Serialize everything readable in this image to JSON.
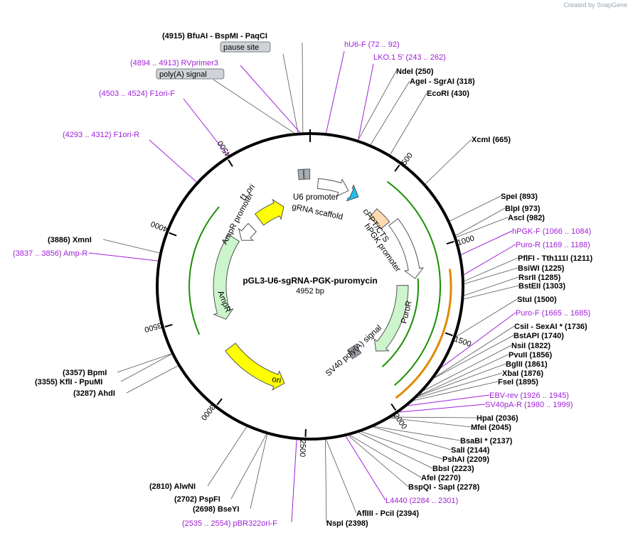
{
  "credit": "Created by SnapGene",
  "plasmid": {
    "name": "pGL3-U6-sgRNA-PGK-puromycin",
    "size_label": "4952 bp",
    "total_bp": 4952
  },
  "ticks": [
    "500",
    "1000",
    "1500",
    "2000",
    "2500",
    "3000",
    "3500",
    "4000",
    "4500"
  ],
  "features": [
    {
      "label": "f1 ori",
      "color": "#ffff00"
    },
    {
      "label": "AmpR promoter",
      "color": "#ffffff"
    },
    {
      "label": "AmpR",
      "color": "#ccf5cc"
    },
    {
      "label": "ori",
      "color": "#ffff00"
    },
    {
      "label": "U6 promoter",
      "color": "#ffffff"
    },
    {
      "label": "gRNA scaffold",
      "color": "#22bbee"
    },
    {
      "label": "cPPT/CTS",
      "color": "#ffdab0"
    },
    {
      "label": "hPGK promoter",
      "color": "#ffffff"
    },
    {
      "label": "PuroR",
      "color": "#ccf5cc"
    },
    {
      "label": "SV40 poly(A) signal",
      "color": "#9aa0a6"
    }
  ],
  "sites": [
    {
      "label": "(4915)  BfuAI  -  BspMI  -  PaqCI",
      "type": "enzyme"
    },
    {
      "label": "pause site",
      "type": "box"
    },
    {
      "label": "(4894 .. 4913)  RVprimer3",
      "type": "primer"
    },
    {
      "label": "poly(A) signal",
      "type": "box"
    },
    {
      "label": "(4503 .. 4524)  F1ori-F",
      "type": "primer"
    },
    {
      "label": "(4293 .. 4312)  F1ori-R",
      "type": "primer"
    },
    {
      "label": "(3886)  XmnI",
      "type": "enzyme"
    },
    {
      "label": "(3837 .. 3856)  Amp-R",
      "type": "primer"
    },
    {
      "label": "(3357)  BpmI",
      "type": "enzyme"
    },
    {
      "label": "(3355)  KflI  -  PpuMI",
      "type": "enzyme"
    },
    {
      "label": "(3287)  AhdI",
      "type": "enzyme"
    },
    {
      "label": "(2810)  AlwNI",
      "type": "enzyme"
    },
    {
      "label": "(2702)  PspFI",
      "type": "enzyme"
    },
    {
      "label": "(2698)  BseYI",
      "type": "enzyme"
    },
    {
      "label": "(2535 .. 2554)  pBR322ori-F",
      "type": "primer"
    },
    {
      "label": "hU6-F    (72 .. 92)",
      "type": "primer"
    },
    {
      "label": "LKO.1 5'    (243 .. 262)",
      "type": "primer"
    },
    {
      "label": "NdeI    (250)",
      "type": "enzyme"
    },
    {
      "label": "AgeI  -  SgrAI    (318)",
      "type": "enzyme"
    },
    {
      "label": "EcoRI    (430)",
      "type": "enzyme"
    },
    {
      "label": "XcmI    (665)",
      "type": "enzyme"
    },
    {
      "label": "SpeI    (893)",
      "type": "enzyme"
    },
    {
      "label": "BlpI    (973)",
      "type": "enzyme"
    },
    {
      "label": "AscI    (982)",
      "type": "enzyme"
    },
    {
      "label": "hPGK-F    (1066 .. 1084)",
      "type": "primer"
    },
    {
      "label": "Puro-R    (1169 .. 1188)",
      "type": "primer"
    },
    {
      "label": "PflFI  -  Tth111I    (1211)",
      "type": "enzyme"
    },
    {
      "label": "BsiWI    (1225)",
      "type": "enzyme"
    },
    {
      "label": "RsrII    (1285)",
      "type": "enzyme"
    },
    {
      "label": "BstEII    (1303)",
      "type": "enzyme"
    },
    {
      "label": "StuI    (1500)",
      "type": "enzyme"
    },
    {
      "label": "Puro-F    (1665 .. 1685)",
      "type": "primer"
    },
    {
      "label": "CsiI  -  SexAI *    (1736)",
      "type": "enzyme"
    },
    {
      "label": "BstAPI    (1740)",
      "type": "enzyme"
    },
    {
      "label": "NsiI    (1822)",
      "type": "enzyme"
    },
    {
      "label": "PvuII    (1856)",
      "type": "enzyme"
    },
    {
      "label": "BglII    (1861)",
      "type": "enzyme"
    },
    {
      "label": "XbaI    (1876)",
      "type": "enzyme"
    },
    {
      "label": "FseI    (1895)",
      "type": "enzyme"
    },
    {
      "label": "EBV-rev    (1926 .. 1945)",
      "type": "primer"
    },
    {
      "label": "SV40pA-R    (1980 .. 1999)",
      "type": "primer"
    },
    {
      "label": "HpaI    (2036)",
      "type": "enzyme"
    },
    {
      "label": "MfeI    (2045)",
      "type": "enzyme"
    },
    {
      "label": "BsaBI *    (2137)",
      "type": "enzyme"
    },
    {
      "label": "SalI    (2144)",
      "type": "enzyme"
    },
    {
      "label": "PshAI    (2209)",
      "type": "enzyme"
    },
    {
      "label": "BbsI    (2223)",
      "type": "enzyme"
    },
    {
      "label": "AfeI    (2270)",
      "type": "enzyme"
    },
    {
      "label": "BspQI  -  SapI    (2278)",
      "type": "enzyme"
    },
    {
      "label": "L4440    (2284 .. 2301)",
      "type": "primer"
    },
    {
      "label": "AflIII  -  PciI    (2394)",
      "type": "enzyme"
    },
    {
      "label": "NspI    (2398)",
      "type": "enzyme"
    }
  ]
}
